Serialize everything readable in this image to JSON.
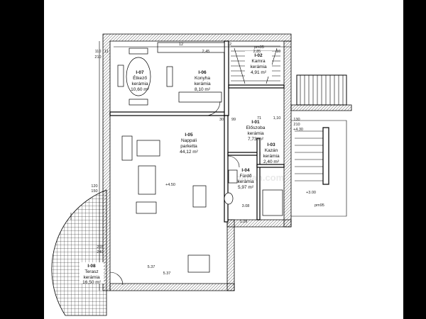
{
  "rooms": {
    "etkezo": {
      "code": "I-07",
      "name": "Étkező",
      "floor": "kerámia",
      "area": "10,60 m²"
    },
    "konyha": {
      "code": "I-06",
      "name": "Konyha",
      "floor": "kerámia",
      "area": "8,10 m²"
    },
    "kamra": {
      "code": "I-02",
      "name": "Kamra",
      "floor": "kerámia",
      "area": "4,91 m²"
    },
    "eloszoba": {
      "code": "I-01",
      "name": "Előszoba",
      "floor": "kerámia",
      "area": "7,73 m²"
    },
    "kazan": {
      "code": "I-03",
      "name": "Kazán",
      "floor": "kerámia",
      "area": "2,40 m²"
    },
    "nappali": {
      "code": "I-05",
      "name": "Nappali",
      "floor": "parketta",
      "area": "44,12 m²"
    },
    "furdo": {
      "code": "I-04",
      "name": "Fürdő",
      "floor": "kerámia",
      "area": "5,97 m²"
    },
    "terasz": {
      "code": "I-08",
      "name": "Terasz",
      "floor": "kerámia",
      "area": "16,50 m²"
    }
  },
  "dimensions": {
    "d_12a": "12",
    "d_245": "2,45",
    "d_12b": "12",
    "d_285": "2,85",
    "d_10": "10",
    "d_110": "110",
    "d_210": "210",
    "d_11": "11",
    "d_30": "30",
    "d_71": "71",
    "d_99": "99",
    "d_110b": "1,10",
    "d_130": "130",
    "d_210b": "210",
    "d_430": "+4.30",
    "d_450": "+4.50",
    "d_300": "+3.00",
    "d_120": "120",
    "d_150": "150",
    "d_265": "265",
    "d_240": "240",
    "d_537a": "5.37",
    "d_537b": "5.37",
    "d_308": "3.08",
    "d_129": "1.29",
    "d_pm95a": "pm95",
    "d_pm95b": "pm95"
  },
  "watermark": {
    "text": "ingatlan.com"
  },
  "colors": {
    "background": "#000000",
    "paper": "#ffffff",
    "ink": "#111111"
  }
}
